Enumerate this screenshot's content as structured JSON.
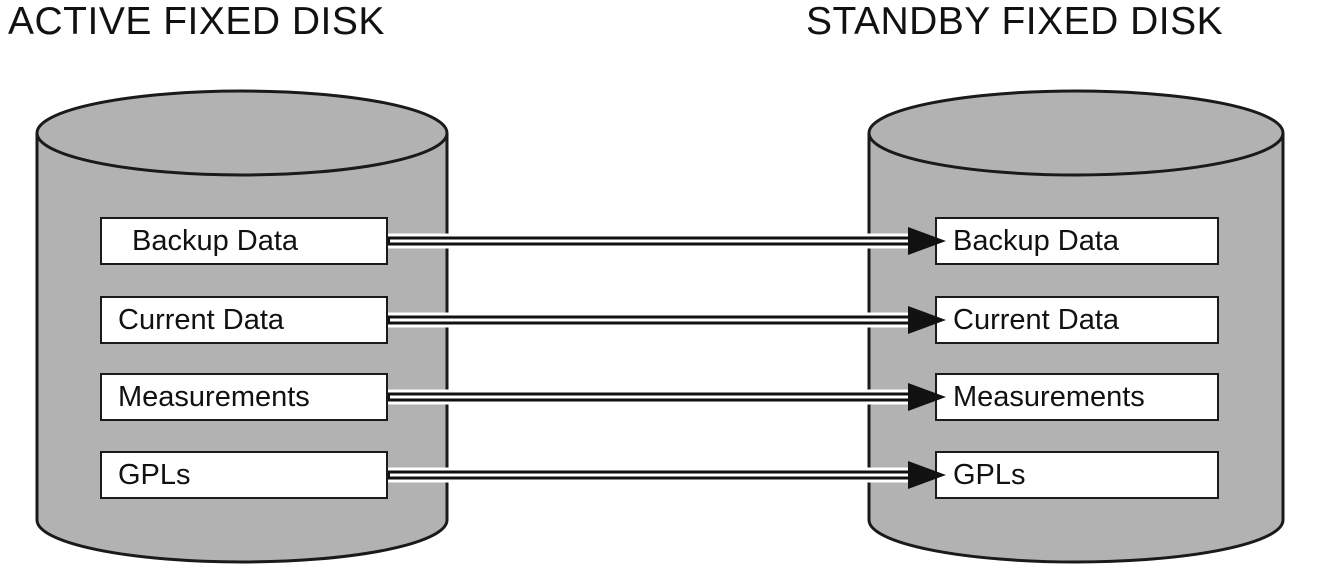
{
  "diagram": {
    "left": {
      "title": "ACTIVE FIXED DISK",
      "items": [
        "Backup Data",
        "Current Data",
        "Measurements",
        "GPLs"
      ]
    },
    "right": {
      "title": "STANDBY FIXED DISK",
      "items": [
        "Backup Data",
        "Current Data",
        "Measurements",
        "GPLs"
      ]
    },
    "arrows": [
      {
        "from": "Backup Data",
        "to": "Backup Data"
      },
      {
        "from": "Current Data",
        "to": "Current Data"
      },
      {
        "from": "Measurements",
        "to": "Measurements"
      },
      {
        "from": "GPLs",
        "to": "GPLs"
      }
    ],
    "colors": {
      "cylinder_fill": "#b2b2b2",
      "cylinder_stroke": "#1a1a1a",
      "box_fill": "#ffffff",
      "arrow": "#111111"
    }
  }
}
